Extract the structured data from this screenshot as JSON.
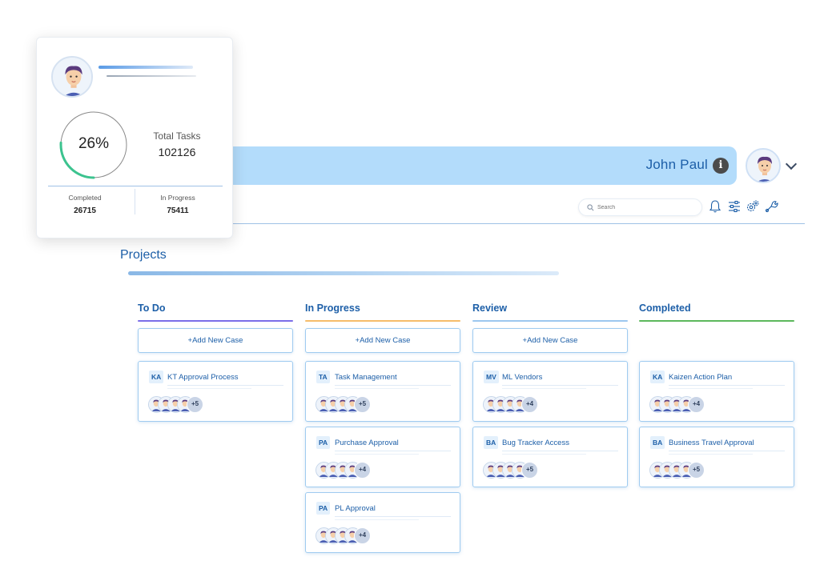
{
  "header": {
    "user_name": "John Paul",
    "info_icon": "info-icon",
    "avatar_icon": "avatar",
    "menu_icon": "chevron-down-icon",
    "banner_color": "#b3dcfb"
  },
  "toolbar": {
    "search_placeholder": "Search",
    "icons": [
      "search-icon",
      "bell-icon",
      "sliders-icon",
      "gear-icon",
      "tool-icon"
    ]
  },
  "page": {
    "title": "Projects"
  },
  "stats": {
    "percent": "26%",
    "percent_value": 0.26,
    "total_label": "Total Tasks",
    "total_value": "102126",
    "completed_label": "Completed",
    "completed_value": "26715",
    "in_progress_label": "In Progress",
    "in_progress_value": "75411",
    "ring_color": "#3cc38f"
  },
  "board": {
    "add_label": "+Add New Case",
    "columns": [
      {
        "title": "To Do",
        "color": "#7b6ee8",
        "cards": [
          {
            "code": "KA",
            "title": "KT Approval Process",
            "more": "+5"
          }
        ]
      },
      {
        "title": "In Progress",
        "color": "#f5bd6b",
        "cards": [
          {
            "code": "TA",
            "title": "Task Management",
            "more": "+5"
          },
          {
            "code": "PA",
            "title": "Purchase Approval",
            "more": "+4"
          },
          {
            "code": "PA",
            "title": "PL Approval",
            "more": "+4"
          }
        ]
      },
      {
        "title": "Review",
        "color": "#9cc7ef",
        "cards": [
          {
            "code": "MV",
            "title": "ML Vendors",
            "more": "+4"
          },
          {
            "code": "BA",
            "title": "Bug Tracker Access",
            "more": "+5"
          }
        ]
      },
      {
        "title": "Completed",
        "color": "#5cb85c",
        "cards": [
          {
            "code": "KA",
            "title": "Kaizen Action Plan",
            "more": "+4"
          },
          {
            "code": "BA",
            "title": "Business Travel Approval",
            "more": "+5"
          }
        ]
      }
    ]
  }
}
